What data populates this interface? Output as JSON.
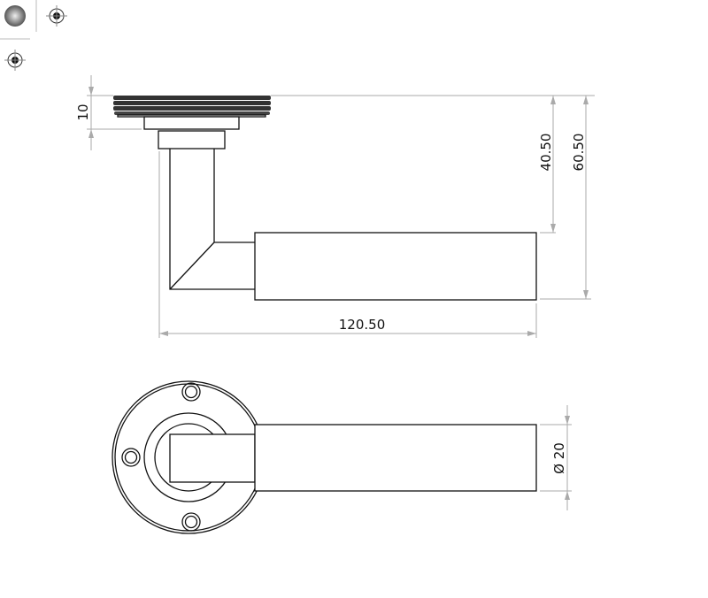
{
  "toolbar": {
    "icons": [
      "render-sphere-icon",
      "view-target-icon",
      "view-target-icon"
    ]
  },
  "drawing": {
    "dimensions": {
      "rose_thickness": "10",
      "handle_drop": "40.50",
      "overall_depth": "60.50",
      "overall_length": "120.50",
      "lever_diameter": "Ø 20"
    }
  }
}
